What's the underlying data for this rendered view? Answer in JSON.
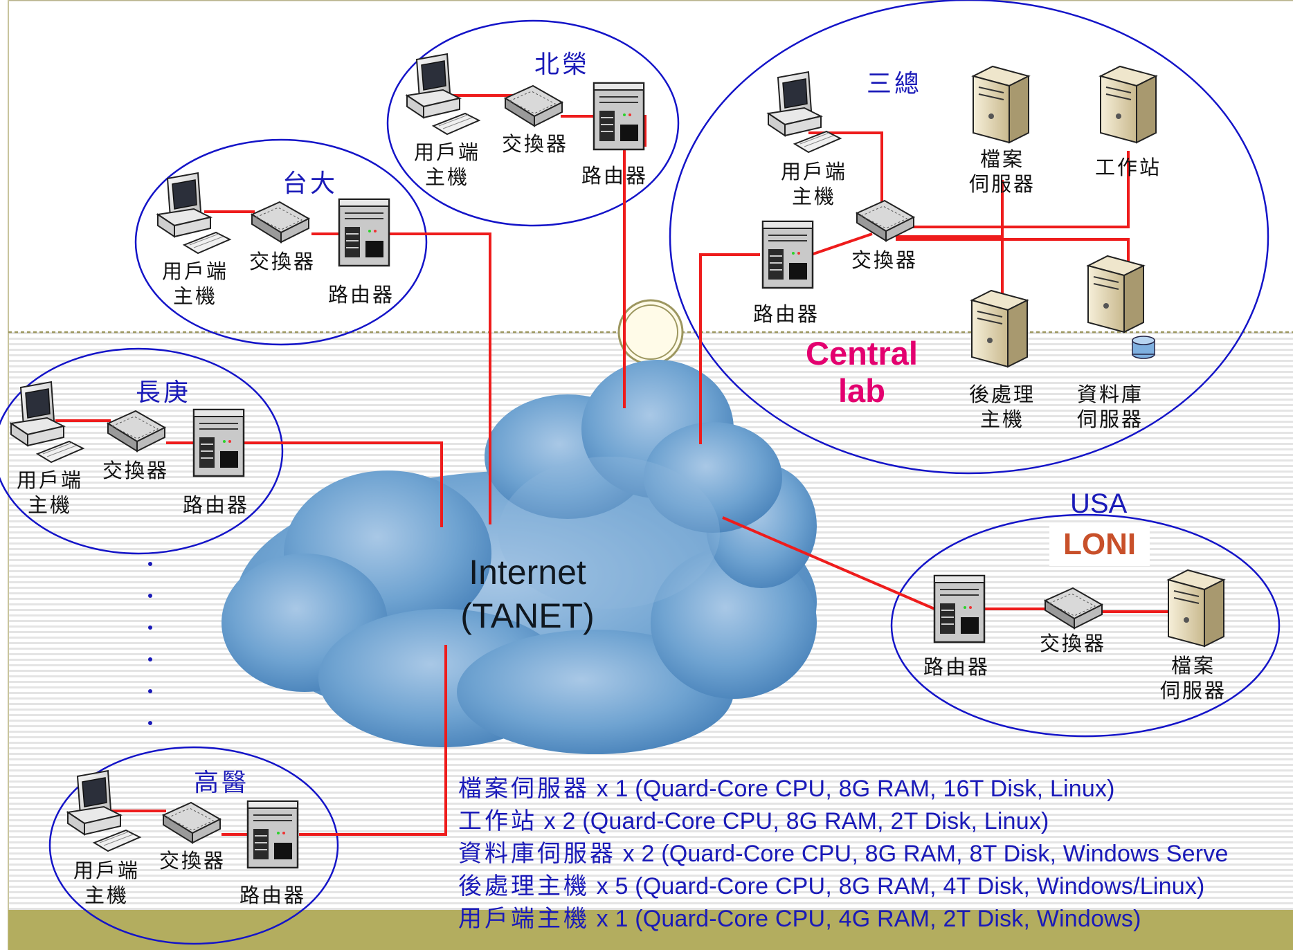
{
  "sites": {
    "beirong": {
      "name": "北榮",
      "client": "用戶端\n主機",
      "switch": "交換器",
      "router": "路由器"
    },
    "taida": {
      "name": "台大",
      "client": "用戶端\n主機",
      "switch": "交換器",
      "router": "路由器"
    },
    "changgung": {
      "name": "長庚",
      "client": "用戶端\n主機",
      "switch": "交換器",
      "router": "路由器"
    },
    "gaoyi": {
      "name": "高醫",
      "client": "用戶端\n主機",
      "switch": "交換器",
      "router": "路由器"
    },
    "sanzong": {
      "name": "三總",
      "client": "用戶端\n主機",
      "file_server": "檔案\n伺服器",
      "workstation": "工作站",
      "switch": "交換器",
      "router": "路由器",
      "postproc": "後處理\n主機",
      "db_server": "資料庫\n伺服器",
      "central_lab": "Central\nlab"
    },
    "usa": {
      "region": "USA",
      "name": "LONI",
      "router": "路由器",
      "switch": "交換器",
      "file_server": "檔案\n伺服器"
    }
  },
  "internet": {
    "line1": "Internet",
    "line2": "(TANET)"
  },
  "specs": [
    {
      "zh": "檔案伺服器",
      "en": " x 1 (Quard-Core CPU, 8G RAM, 16T Disk, Linux)"
    },
    {
      "zh": "工作站",
      "en": " x 2 (Quard-Core CPU, 8G RAM, 2T Disk, Linux)"
    },
    {
      "zh": "資料庫伺服器",
      "en": " x 2 (Quard-Core CPU, 8G RAM, 8T Disk, Windows Serve"
    },
    {
      "zh": "後處理主機",
      "en": " x 5 (Quard-Core CPU, 8G RAM, 4T Disk, Windows/Linux)"
    },
    {
      "zh": "用戶端主機",
      "en": " x 1 (Quard-Core CPU, 4G RAM, 2T Disk, Windows)"
    }
  ],
  "colors": {
    "link": "#ee1c1c",
    "site_border": "#1414c8",
    "site_text": "#1a1ab8",
    "cloud": "#5a93c6",
    "olive_band": "#b3ad5f",
    "central_lab": "#e3006f",
    "loni": "#c8502a"
  }
}
